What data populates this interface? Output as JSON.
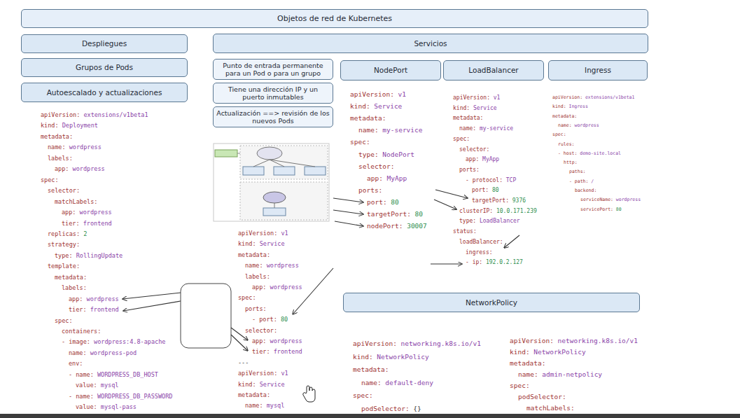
{
  "diagram": {
    "nodes": [
      {
        "text": [
          "Objetos de red de Kubernetes"
        ]
      },
      {
        "text": [
          "Despliegues"
        ]
      },
      {
        "text": [
          "Grupos de Pods"
        ]
      },
      {
        "text": [
          "Autoescalado y actualizaciones"
        ]
      },
      {
        "text": [
          "Servicios"
        ]
      },
      {
        "text": [
          "Punto de entrada permanente para un Pod o para un grupo"
        ]
      },
      {
        "text": [
          "Tiene una dirección IP y un puerto inmutables"
        ]
      },
      {
        "text": [
          "Actualización ==> revisión de los nuevos Pods"
        ]
      },
      {
        "text": [
          "NodePort"
        ]
      },
      {
        "text": [
          "LoadBalancer"
        ]
      },
      {
        "text": [
          "Ingress"
        ]
      },
      {
        "text": [
          "NetworkPolicy"
        ]
      }
    ],
    "labels": [
      "apiVersion:",
      "extensions/v1beta1",
      "kind:",
      "Deployment",
      "metadata:",
      "name:",
      "wordpress",
      "labels:",
      "app:",
      "wordpress",
      "spec:",
      "selector:",
      "matchLabels:",
      "app:",
      "wordpress",
      "tier:",
      "frontend",
      "replicas:",
      "2",
      "strategy:",
      "type:",
      "RollingUpdate",
      "template:",
      "metadata:",
      "labels:",
      "app:",
      "wordpress",
      "tier:",
      "frontend",
      "spec:",
      "containers:",
      "- image:",
      "wordpress:4.8-apache",
      "name:",
      "wordpress-pod",
      "env:",
      "- name:",
      "WORDPRESS_DB_HOST",
      "value:",
      "mysql",
      "- name:",
      "WORDPRESS_DB_PASSWORD",
      "value:",
      "mysql-pass",
      "apiVersion:",
      "v1",
      "kind:",
      "Service",
      "metadata:",
      "name:",
      "wordpress",
      "labels:",
      "app:",
      "wordpress",
      "spec:",
      "ports:",
      "- port:",
      "80",
      "selector:",
      "app:",
      "wordpress",
      "tier:",
      "frontend",
      "---",
      "apiVersion:",
      "v1",
      "kind:",
      "Service",
      "metadata:",
      "name:",
      "mysql",
      "apiVersion:",
      "v1",
      "kind:",
      "Service",
      "metadata:",
      "name:",
      "my-service",
      "spec:",
      "type:",
      "NodePort",
      "selector:",
      "app:",
      "MyApp",
      "ports:",
      "port:",
      "80",
      "targetPort:",
      "80",
      "nodePort:",
      "30007",
      "apiVersion:",
      "v1",
      "kind:",
      "Service",
      "metadata:",
      "name:",
      "my-service",
      "spec:",
      "selector:",
      "app:",
      "MyApp",
      "ports:",
      "- protocol:",
      "TCP",
      "port:",
      "80",
      "targetPort:",
      "9376",
      "clusterIP:",
      "10.0.171.239",
      "type:",
      "LoadBalancer",
      "status:",
      "loadBalancer:",
      "ingress:",
      "- ip:",
      "192.0.2.127",
      "apiVersion:",
      "extensions/v1beta1",
      "kind:",
      "Ingress",
      "metadata:",
      "name:",
      "wordpress",
      "spec:",
      "rules:",
      "- host:",
      "demo-site.local",
      "http:",
      "paths:",
      "- path:",
      "/",
      "backend:",
      "serviceName:",
      "wordpress",
      "servicePort:",
      "80",
      "apiVersion:",
      "networking.k8s.io/v1",
      "kind:",
      "NetworkPolicy",
      "metadata:",
      "name:",
      "default-deny",
      "spec:",
      "podSelector:",
      "{}",
      "apiVersion:",
      "networking.k8s.io/v1",
      "kind:",
      "NetworkPolicy",
      "metadata:",
      "name:",
      "admin-netpolicy",
      "spec:",
      "podSelector:",
      "matchLabels:"
    ]
  }
}
